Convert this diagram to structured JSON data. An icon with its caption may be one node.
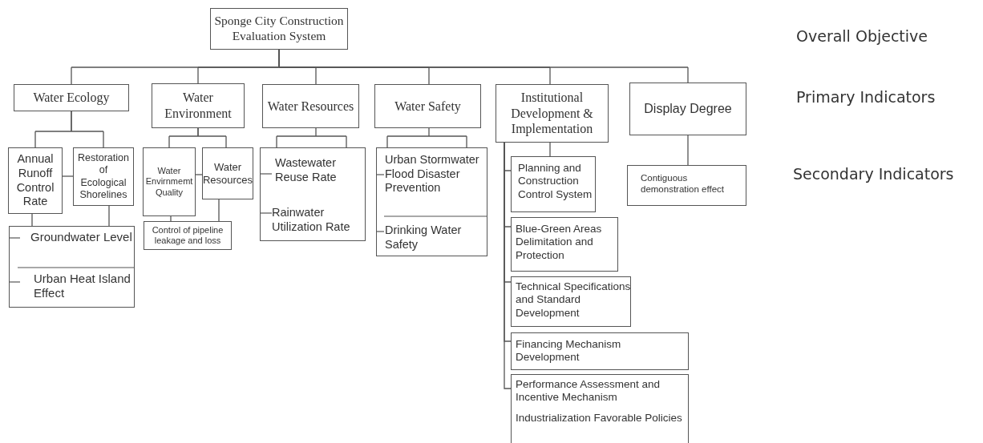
{
  "diagram": {
    "nodes": [
      {
        "text": [
          "Sponge City Construction Evaluation System"
        ]
      },
      {
        "text": [
          "Water Ecology"
        ]
      },
      {
        "text": [
          "Water Environment"
        ]
      },
      {
        "text": [
          "Water Resources"
        ]
      },
      {
        "text": [
          "Water Safety"
        ]
      },
      {
        "text": [
          "Institutional Development & Implementation"
        ]
      },
      {
        "text": [
          "Display Degree"
        ]
      },
      {
        "text": [
          "Annual Runoff Control Rate"
        ]
      },
      {
        "text": [
          "Restoration of Ecological Shorelines"
        ]
      },
      {
        "text": [
          "Groundwater Level",
          "Urban Heat Island Effect"
        ]
      },
      {
        "text": [
          "Water Envirnmemt Quality"
        ]
      },
      {
        "text": [
          "Water Resources"
        ]
      },
      {
        "text": [
          "Control of pipeline leakage and loss"
        ]
      },
      {
        "text": [
          "Wastewater Reuse Rate",
          "Rainwater Utilization Rate"
        ]
      },
      {
        "text": [
          "Urban Stormwater Flood Disaster Prevention",
          "Drinking Water Safety"
        ]
      },
      {
        "text": [
          "Planning and Construction Control System"
        ]
      },
      {
        "text": [
          "Blue-Green Areas Delimitation and Protection"
        ]
      },
      {
        "text": [
          "Technical Specifications and Standard Development"
        ]
      },
      {
        "text": [
          "Financing Mechanism Development"
        ]
      },
      {
        "text": [
          "Performance Assessment and Incentive Mechanism",
          "Industrialization Favorable Policies"
        ]
      },
      {
        "text": [
          "Contiguous demonstration effect"
        ]
      }
    ],
    "edges": [
      {
        "from": 0,
        "to": 1,
        "arrow": "none"
      },
      {
        "from": 0,
        "to": 2,
        "arrow": "none"
      },
      {
        "from": 0,
        "to": 3,
        "arrow": "none"
      },
      {
        "from": 0,
        "to": 4,
        "arrow": "none"
      },
      {
        "from": 0,
        "to": 5,
        "arrow": "none"
      },
      {
        "from": 0,
        "to": 6,
        "arrow": "none"
      },
      {
        "from": 1,
        "to": 7,
        "arrow": "none"
      },
      {
        "from": 1,
        "to": 8,
        "arrow": "none"
      },
      {
        "from": 7,
        "to": 8,
        "arrow": "none"
      },
      {
        "from": 7,
        "to": 9,
        "arrow": "none"
      },
      {
        "from": 8,
        "to": 9,
        "arrow": "none"
      },
      {
        "from": 2,
        "to": 10,
        "arrow": "none"
      },
      {
        "from": 2,
        "to": 11,
        "arrow": "none"
      },
      {
        "from": 10,
        "to": 11,
        "arrow": "none"
      },
      {
        "from": 10,
        "to": 12,
        "arrow": "none"
      },
      {
        "from": 11,
        "to": 12,
        "arrow": "none"
      },
      {
        "from": 3,
        "to": 13,
        "arrow": "none"
      },
      {
        "from": 4,
        "to": 14,
        "arrow": "none"
      },
      {
        "from": 5,
        "to": 15,
        "arrow": "none"
      },
      {
        "from": 5,
        "to": 15,
        "arrow": "none"
      },
      {
        "from": 5,
        "to": 16,
        "arrow": "none"
      },
      {
        "from": 5,
        "to": 17,
        "arrow": "none"
      },
      {
        "from": 5,
        "to": 18,
        "arrow": "none"
      },
      {
        "from": 5,
        "to": 19,
        "arrow": "none"
      },
      {
        "from": 6,
        "to": 20,
        "arrow": "none"
      }
    ],
    "labels": [
      "Overall Objective",
      "Primary Indicators",
      "Secondary Indicators"
    ]
  }
}
